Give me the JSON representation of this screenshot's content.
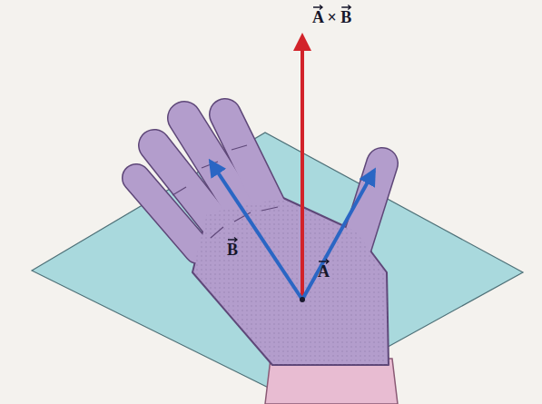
{
  "diagram": {
    "labels": [
      "A × B",
      "B",
      "A"
    ]
  }
}
